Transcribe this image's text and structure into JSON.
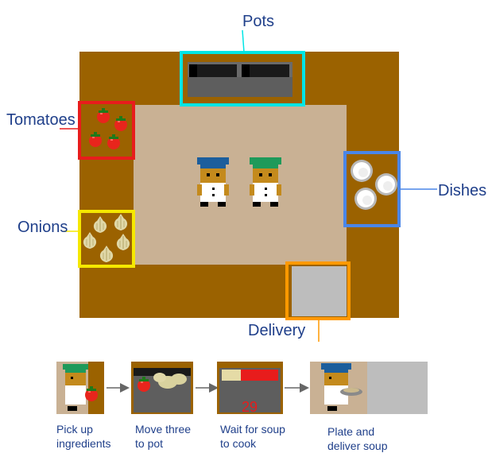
{
  "labels": {
    "pots": "Pots",
    "tomatoes": "Tomatoes",
    "onions": "Onions",
    "dishes": "Dishes",
    "delivery": "Delivery"
  },
  "steps": [
    {
      "line1": "Pick up",
      "line2": "ingredients"
    },
    {
      "line1": "Move three",
      "line2": "to pot"
    },
    {
      "line1": "Wait for soup",
      "line2": "to cook"
    },
    {
      "line1": "Plate and",
      "line2": "deliver soup"
    }
  ],
  "cook_timer": "29",
  "colors": {
    "counter": "#9b6200",
    "floor": "#c9b194",
    "pots_box": "#00e5e5",
    "tomatoes_box": "#e81c1c",
    "onions_box": "#f5e800",
    "dishes_box": "#4a86e8",
    "delivery_box": "#ff9900",
    "label_text": "#1f3f8a",
    "chef_blue_hat": "#1c5e9c",
    "chef_green_hat": "#1e9a5a"
  },
  "chefs": [
    {
      "hat": "blue-hat"
    },
    {
      "hat": "green-hat"
    }
  ]
}
